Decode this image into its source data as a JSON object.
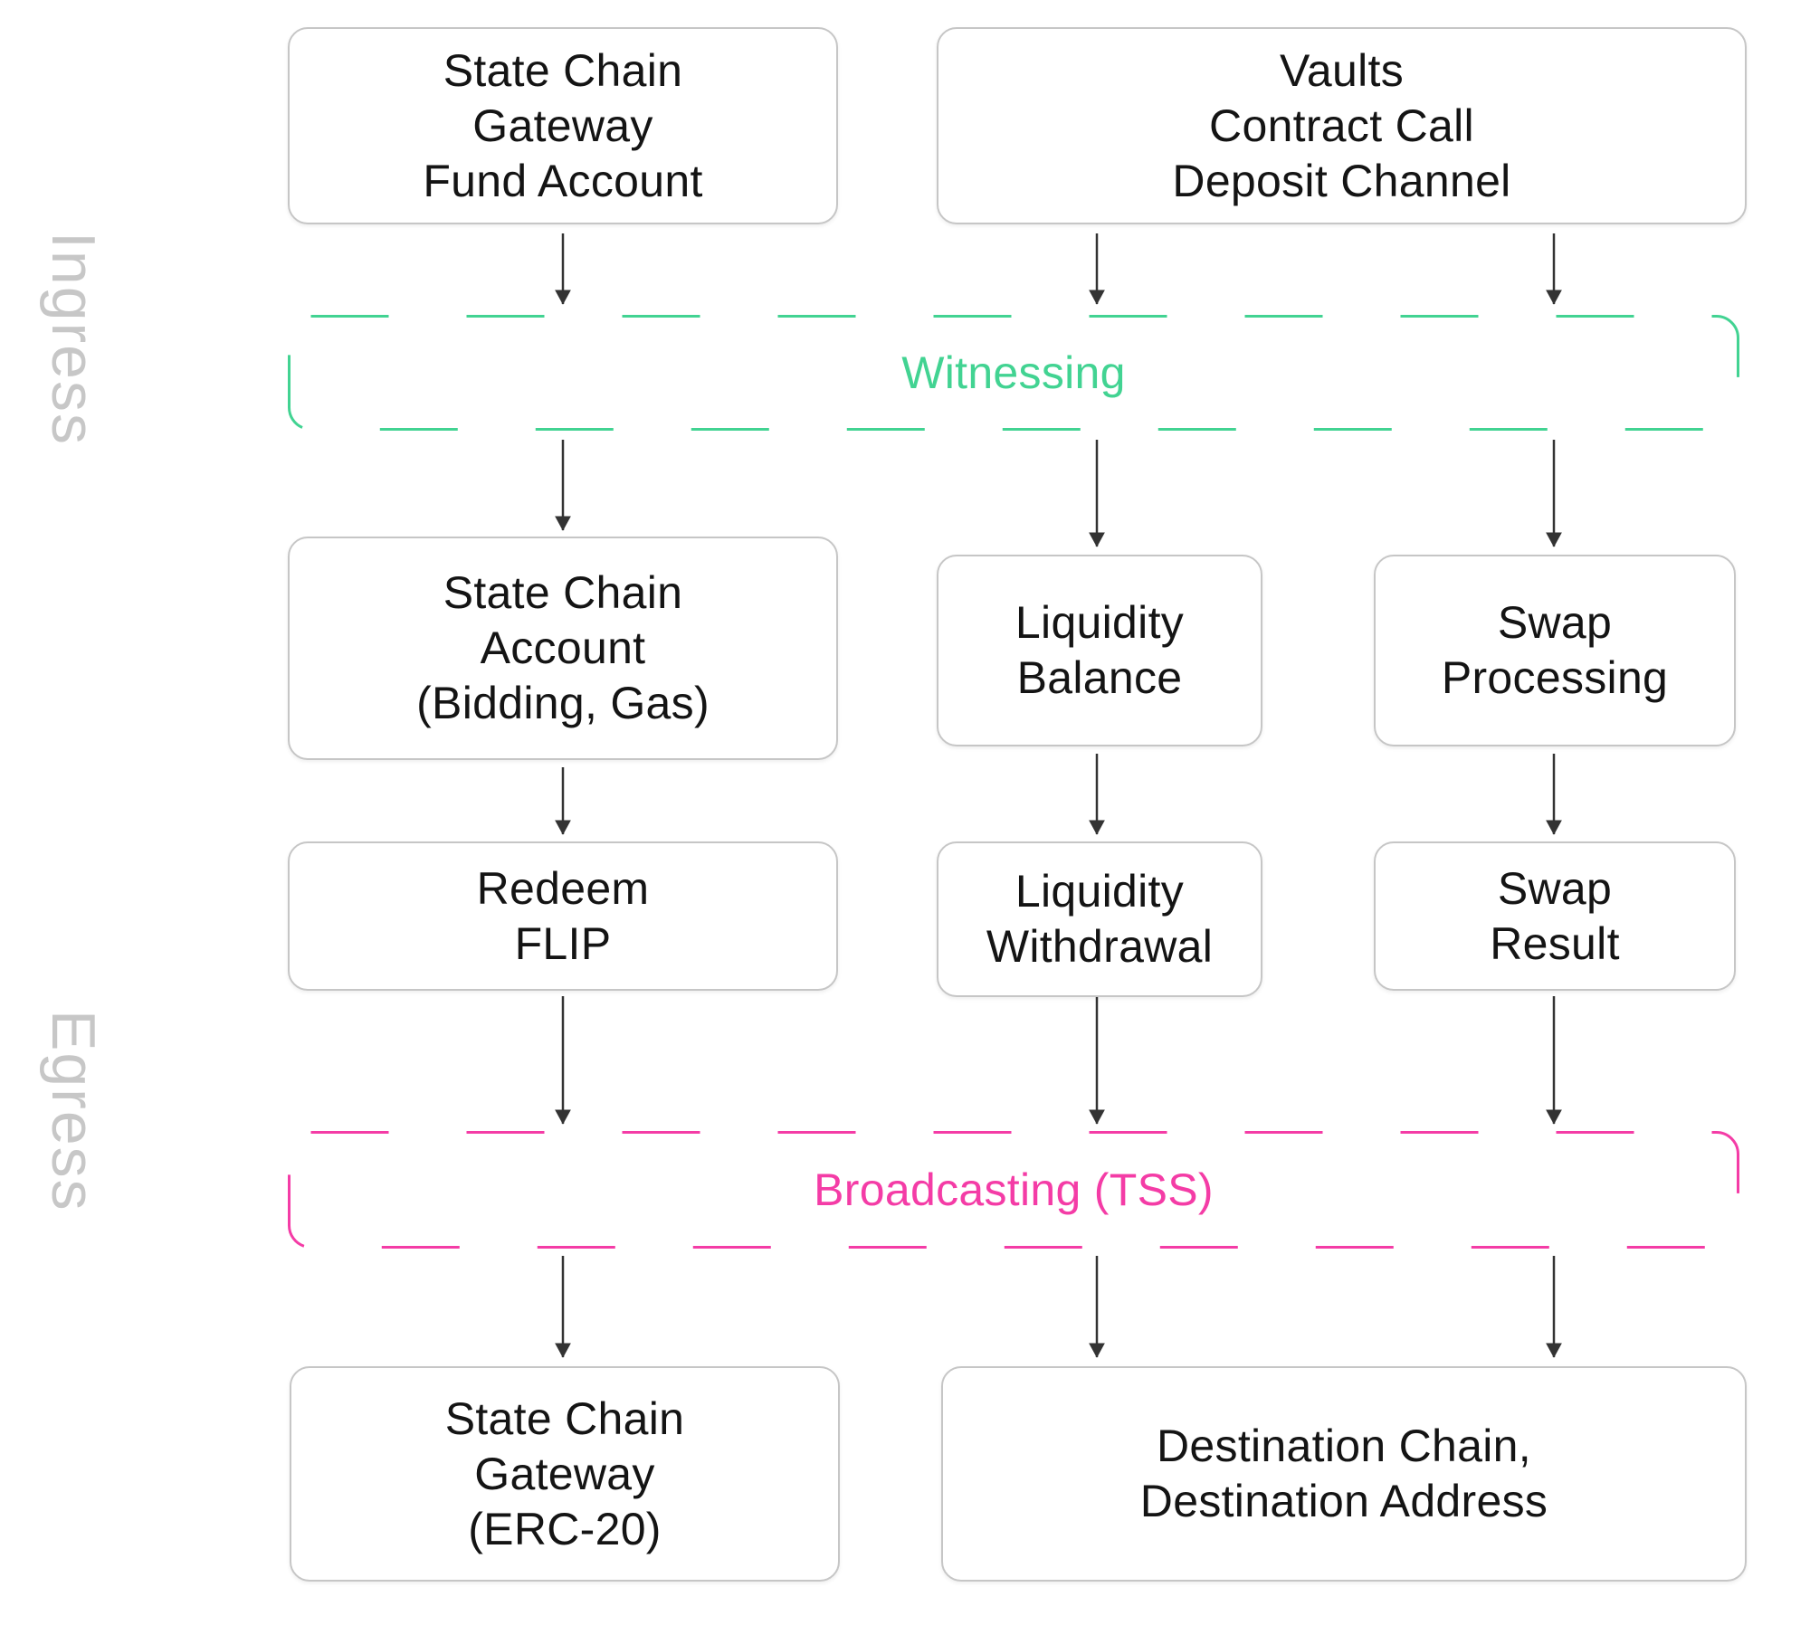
{
  "diagram": {
    "side_labels": {
      "ingress": "Ingress",
      "egress": "Egress"
    },
    "bands": {
      "witnessing": {
        "label": "Witnessing",
        "color": "#42d392"
      },
      "broadcasting": {
        "label": "Broadcasting (TSS)",
        "color": "#f43ca6"
      }
    },
    "nodes": {
      "gateway_fund": {
        "label": "State Chain\nGateway\nFund Account"
      },
      "vaults_deposit": {
        "label": "Vaults\nContract Call\nDeposit Channel"
      },
      "statechain_account": {
        "label": "State Chain\nAccount\n(Bidding, Gas)"
      },
      "liquidity_balance": {
        "label": "Liquidity\nBalance"
      },
      "swap_processing": {
        "label": "Swap\nProcessing"
      },
      "redeem_flip": {
        "label": "Redeem\nFLIP"
      },
      "liquidity_withdrawal": {
        "label": "Liquidity\nWithdrawal"
      },
      "swap_result": {
        "label": "Swap\nResult"
      },
      "gateway_erc20": {
        "label": "State Chain\nGateway\n(ERC-20)"
      },
      "destination": {
        "label": "Destination Chain,\nDestination Address"
      }
    },
    "colors": {
      "node_border": "#c6c6c6",
      "node_text": "#141414",
      "arrow": "#333333",
      "side_label_text": "#c7c7c7",
      "background": "#ffffff"
    }
  }
}
